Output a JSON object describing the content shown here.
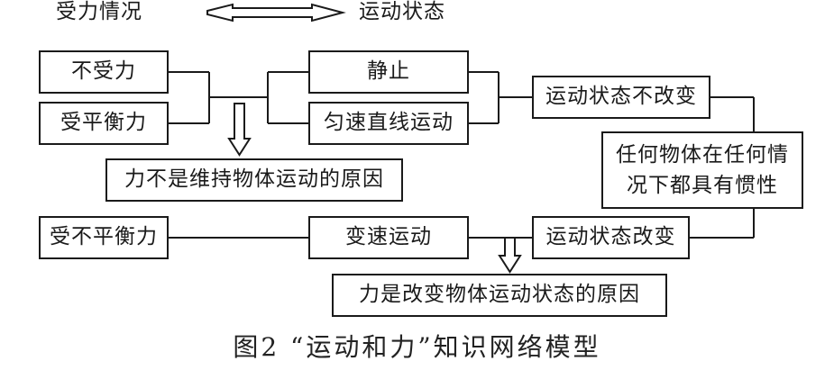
{
  "header": {
    "left_label": "受力情况",
    "right_label": "运动状态"
  },
  "boxes": {
    "no_force": "不受力",
    "balanced_force": "受平衡力",
    "unbalanced_force": "受不平衡力",
    "at_rest": "静止",
    "uniform_motion": "匀速直线运动",
    "variable_motion": "变速运动",
    "state_unchanged": "运动状态不改变",
    "state_changed": "运动状态改变",
    "inertia_line1": "任何物体在任何情",
    "inertia_line2": "况下都具有惯性",
    "conclusion_maintain": "力不是维持物体运动的原因",
    "conclusion_change": "力是改变物体运动状态的原因"
  },
  "caption": "图2 “运动和力”知识网络模型"
}
